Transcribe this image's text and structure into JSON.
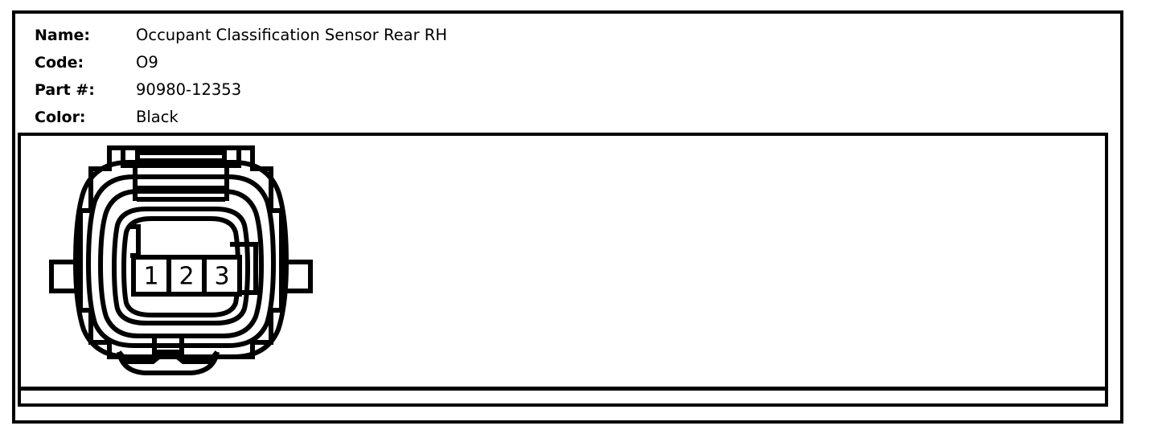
{
  "card": {
    "spec_rows": [
      {
        "label": "Name:",
        "value": "Occupant Classification Sensor Rear RH"
      },
      {
        "label": "Code:",
        "value": "O9"
      },
      {
        "label": "Part #:",
        "value": "90980-12353"
      },
      {
        "label": "Color:",
        "value": "Black"
      }
    ]
  },
  "diagram": {
    "title": "connector-face-view",
    "pin_count": 3,
    "pins": [
      {
        "number": "1"
      },
      {
        "number": "2"
      },
      {
        "number": "3"
      }
    ],
    "stroke_color": "#000000",
    "fill_color": "#ffffff"
  }
}
